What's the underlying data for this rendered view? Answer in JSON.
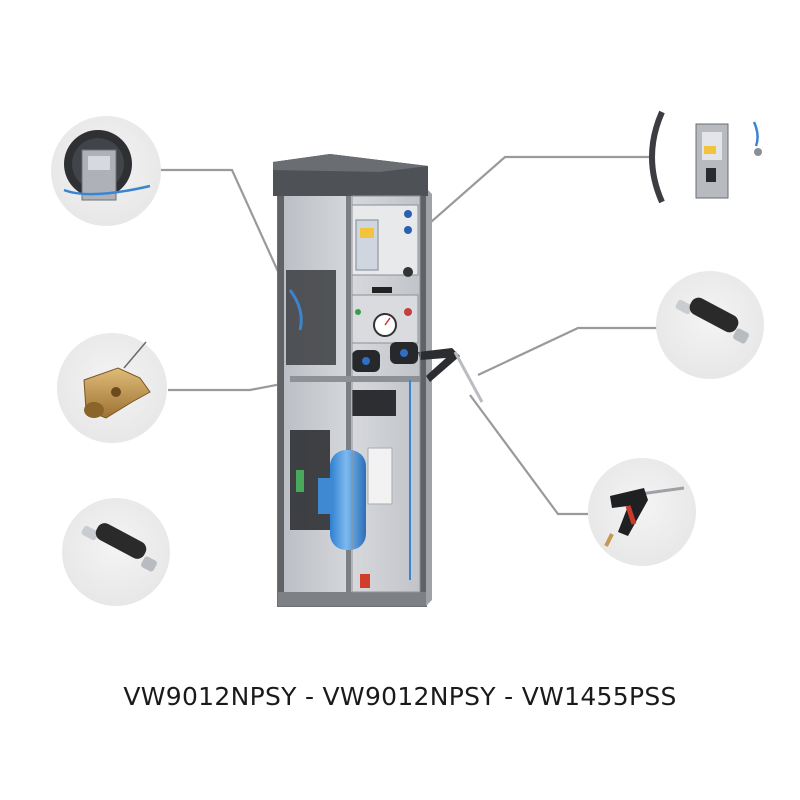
{
  "caption": "VW9012NPSY - VW9012NPSY - VW1455PSS",
  "colors": {
    "leader_line": "#9a9a9a",
    "circle_bg": "#ececec",
    "cabinet_frame": "#5f6266",
    "cabinet_glass": "#c9cbd0",
    "pump_blue": "#3d8fd6",
    "brass": "#c49a52",
    "hose_black": "#2a2a2a"
  },
  "components": [
    {
      "id": "hose-reel-unit",
      "icon": "hose-reel-icon"
    },
    {
      "id": "coin-box-unit",
      "icon": "coin-box-icon"
    },
    {
      "id": "brass-lance-coupling",
      "icon": "brass-coupling-icon"
    },
    {
      "id": "swivel-hose-upper",
      "icon": "swivel-hose-icon"
    },
    {
      "id": "swivel-hose-lower",
      "icon": "swivel-hose-icon"
    },
    {
      "id": "spray-gun",
      "icon": "spray-gun-icon"
    }
  ]
}
